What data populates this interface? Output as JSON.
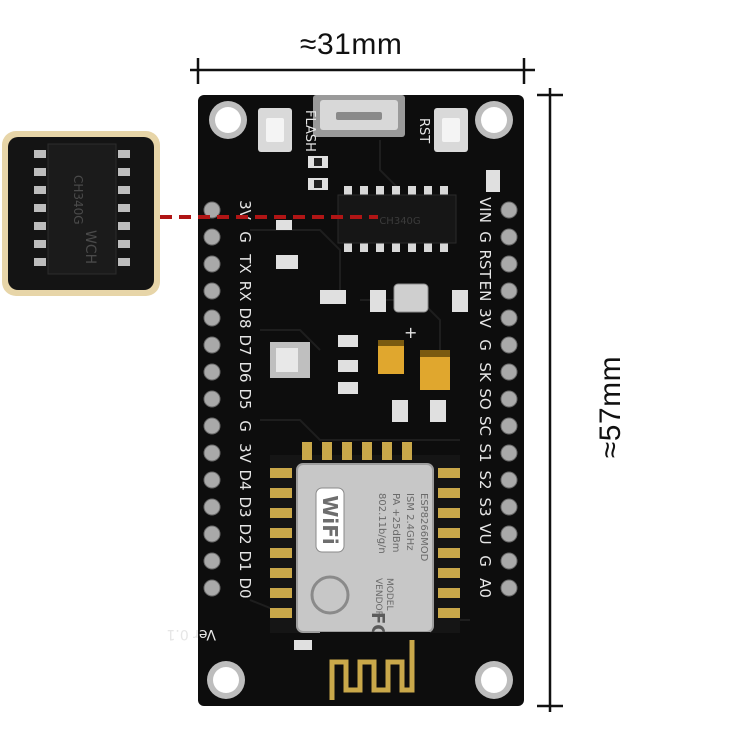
{
  "dimensions": {
    "width_label": "≈31mm",
    "height_label": "≈57mm"
  },
  "board": {
    "labels_left": [
      "3V",
      "G",
      "TX",
      "RX",
      "D8",
      "D7",
      "D6",
      "D5",
      "G",
      "3V",
      "D4",
      "D3",
      "D2",
      "D1",
      "D0"
    ],
    "labels_right": [
      "VIN",
      "G",
      "RST",
      "EN",
      "3V",
      "G",
      "SK",
      "SO",
      "SC",
      "S1",
      "S2",
      "S3",
      "VU",
      "G",
      "A0"
    ],
    "flash_label": "FLASH",
    "rst_label": "RST",
    "version_label": "Ver 0.1",
    "chip_label": "CH340G",
    "plus_label": "+"
  },
  "module": {
    "wifi_logo": "WiFi",
    "lines": [
      "ESP8266MOD",
      "ISM 2.4GHz",
      "PA +25dBm",
      "802.11b/g/n"
    ],
    "model_label": "MODEL",
    "vendor_label": "VENDOR",
    "fc_label": "FC"
  },
  "inset": {
    "chip_label": "CH340G",
    "brand": "WCH"
  },
  "colors": {
    "pcb": "#0d0d0d",
    "gold": "#c9a84a",
    "inset_border": "#e7d5a8",
    "callout_line": "#b01515",
    "module_shield": "#c7c7c7"
  }
}
